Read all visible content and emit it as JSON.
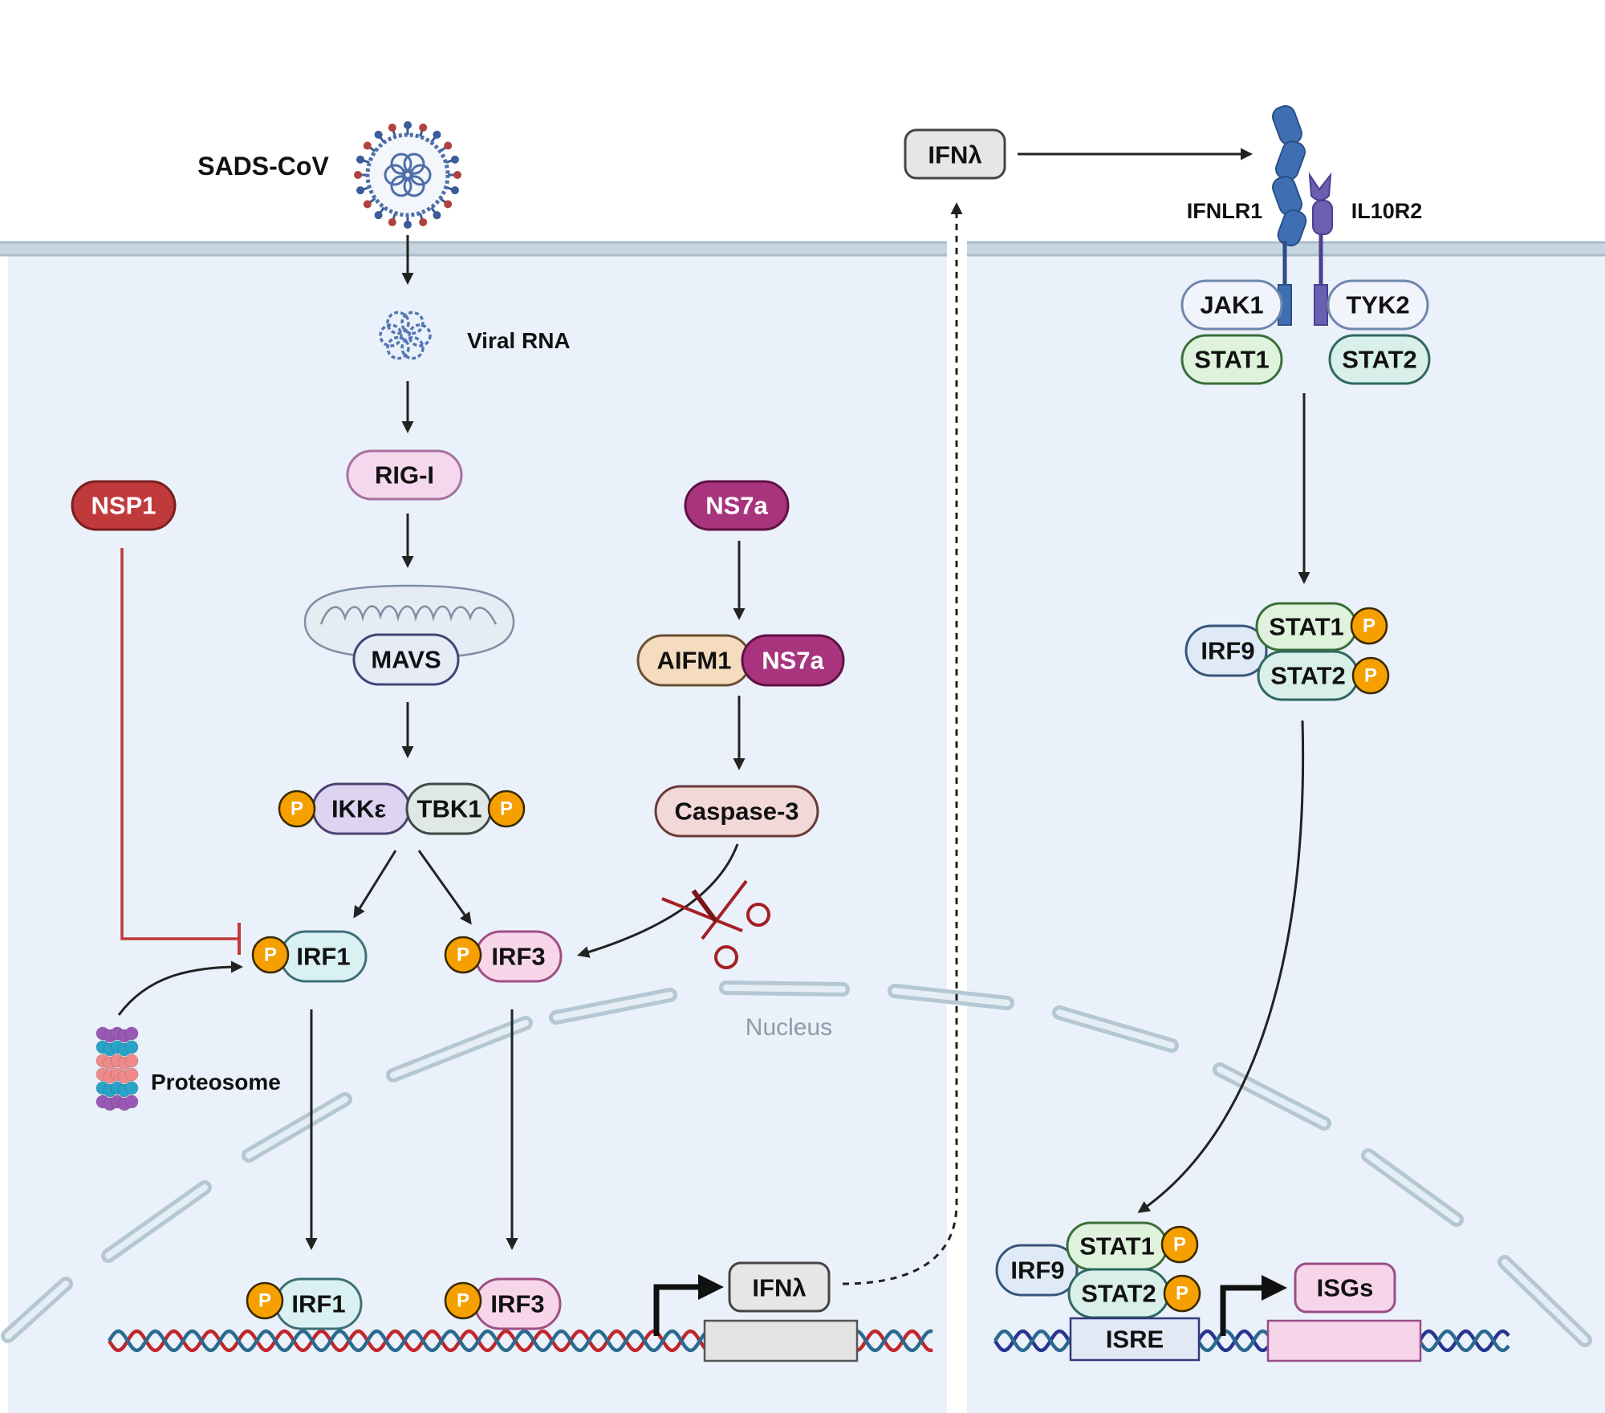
{
  "virus_label": "SADS-CoV",
  "viral_rna_label": "Viral RNA",
  "proteins": {
    "rig_i": "RIG-I",
    "nsp1": "NSP1",
    "ns7a": "NS7a",
    "mavs": "MAVS",
    "aifm1": "AIFM1",
    "ns7a_bound": "NS7a",
    "ikke": "IKKε",
    "tbk1": "TBK1",
    "caspase3": "Caspase-3",
    "irf1": "IRF1",
    "irf3": "IRF3",
    "irf1_nuc": "IRF1",
    "irf3_nuc": "IRF3",
    "ifnl_secreted": "IFNλ",
    "ifnl_gene": "IFNλ",
    "jak1": "JAK1",
    "tyk2": "TYK2",
    "stat1": "STAT1",
    "stat2": "STAT2",
    "irf9_cyto": "IRF9",
    "stat1_p_cyto": "STAT1",
    "stat2_p_cyto": "STAT2",
    "irf9_nuc": "IRF9",
    "stat1_p_nuc": "STAT1",
    "stat2_p_nuc": "STAT2",
    "isre": "ISRE",
    "isgs": "ISGs"
  },
  "receptors": {
    "ifnlr1": "IFNLR1",
    "il10r2": "IL10R2"
  },
  "proteasome_label": "Proteosome",
  "nucleus_label": "Nucleus",
  "phospho_label": "P",
  "colors": {
    "cell_bg": "#eaf1fa",
    "membrane": "#b8c9d6",
    "phospho": "#f5a000",
    "nsp1": "#c0393b",
    "ns7a": "#a8347e",
    "dna_red": "#c0262c",
    "dna_blue": "#2b6a8e",
    "dna_navy": "#27358f"
  }
}
